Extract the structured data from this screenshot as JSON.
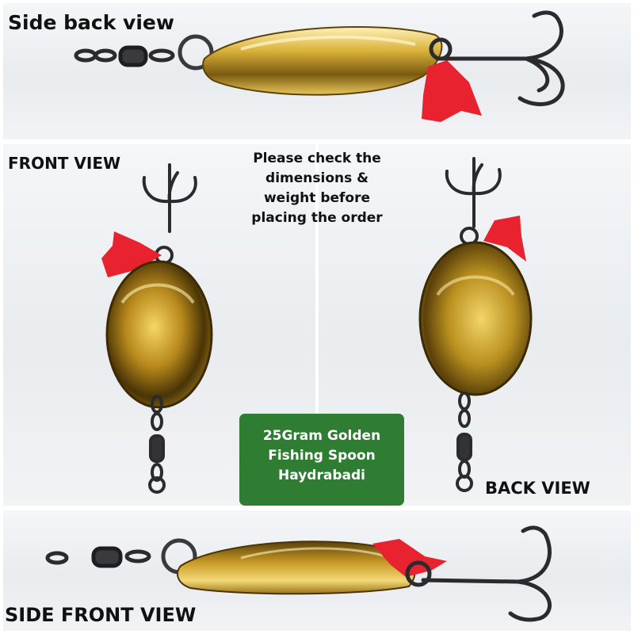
{
  "captions": {
    "side_back": "Side back view",
    "front": "FRONT VIEW",
    "back": "BACK VIEW",
    "side_front": "SIDE FRONT VIEW"
  },
  "notice": {
    "lines": [
      "Please check the",
      "dimensions &",
      "weight before",
      "placing the order"
    ]
  },
  "product": {
    "lines": [
      "25Gram Golden",
      "Fishing Spoon",
      "Haydrabadi"
    ]
  },
  "colors": {
    "badge": "#2f7d32",
    "spoon_gold": "#c9a227",
    "fin_red": "#e8232f",
    "hook_metal": "#2b2b2e"
  }
}
